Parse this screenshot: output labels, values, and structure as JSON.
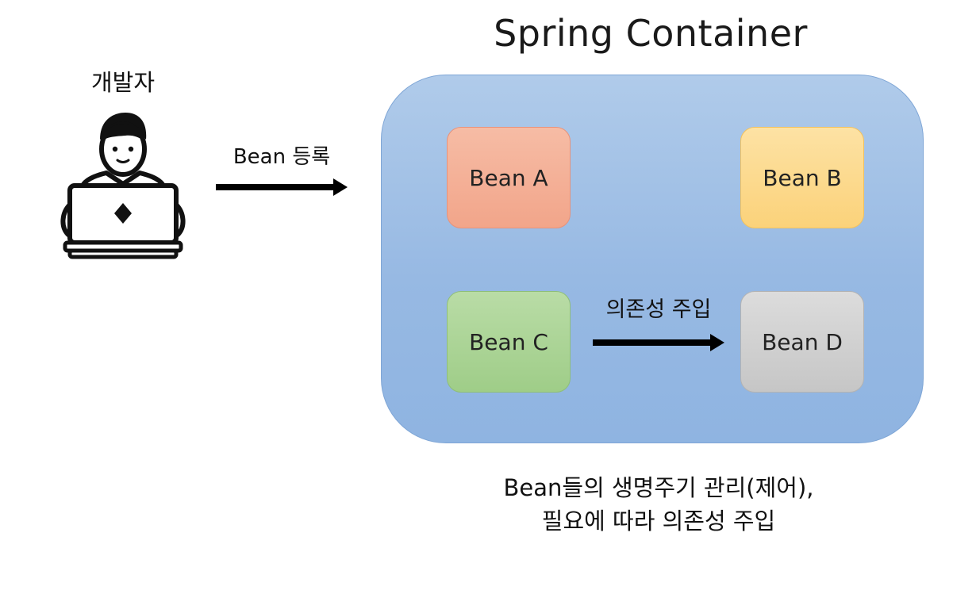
{
  "diagram": {
    "title": "Spring Container",
    "developer": {
      "label": "개발자",
      "icon": "developer-laptop-icon"
    },
    "registration_arrow": {
      "label": "Bean 등록"
    },
    "container": {
      "beans": [
        {
          "label": "Bean A",
          "color": "#f2a58a"
        },
        {
          "label": "Bean B",
          "color": "#fbd27a"
        },
        {
          "label": "Bean C",
          "color": "#9fcd88"
        },
        {
          "label": "Bean D",
          "color": "#c6c6c6"
        }
      ],
      "injection_arrow": {
        "label": "의존성 주입",
        "from": "Bean C",
        "to": "Bean D"
      },
      "color": "#97b9e3"
    },
    "caption": {
      "line1": "Bean들의 생명주기 관리(제어),",
      "line2": "필요에 따라 의존성 주입"
    }
  }
}
